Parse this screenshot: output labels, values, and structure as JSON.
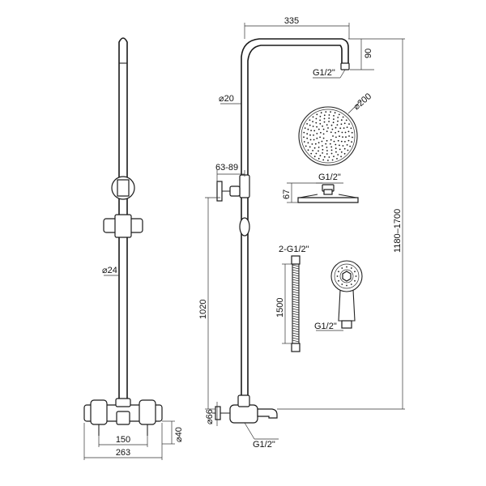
{
  "colors": {
    "ink": "#1a1a1a",
    "background": "#ffffff"
  },
  "labels": {
    "arm_length": "335",
    "arm_drop": "90",
    "arm_thread": "G1/2\"",
    "pipe_diameter": "⌀20",
    "head_diameter": "⌀200",
    "bracket_range": "63-89",
    "head_thread": "G1/2\"",
    "head_height": "67",
    "total_height": "1180–1700",
    "hose_thread": "2-G1/2\"",
    "hose_length": "1500",
    "handset_thread": "G1/2\"",
    "bar_height": "1020",
    "riser_diameter": "⌀24",
    "center_distance": "150",
    "mixer_width": "263",
    "mixer_depth": "⌀40",
    "outlet_diameter": "⌀66",
    "spout_thread": "G1/2\""
  }
}
